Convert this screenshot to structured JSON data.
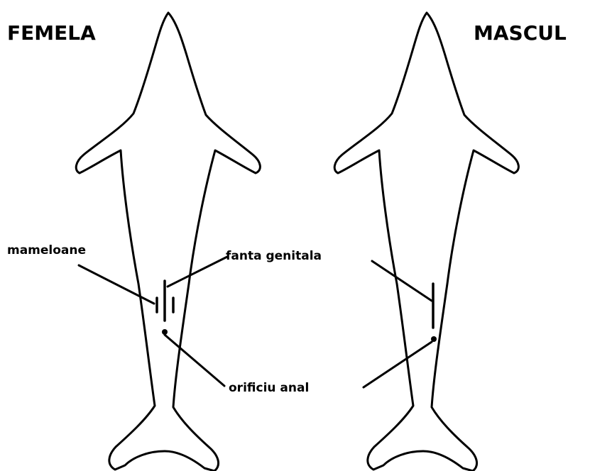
{
  "titles": {
    "female": "FEMELA",
    "male": "MASCUL"
  },
  "labels": {
    "mammary": "mameloane",
    "genital_slit": "fanta genitala",
    "anal_opening": "orificiu anal"
  }
}
